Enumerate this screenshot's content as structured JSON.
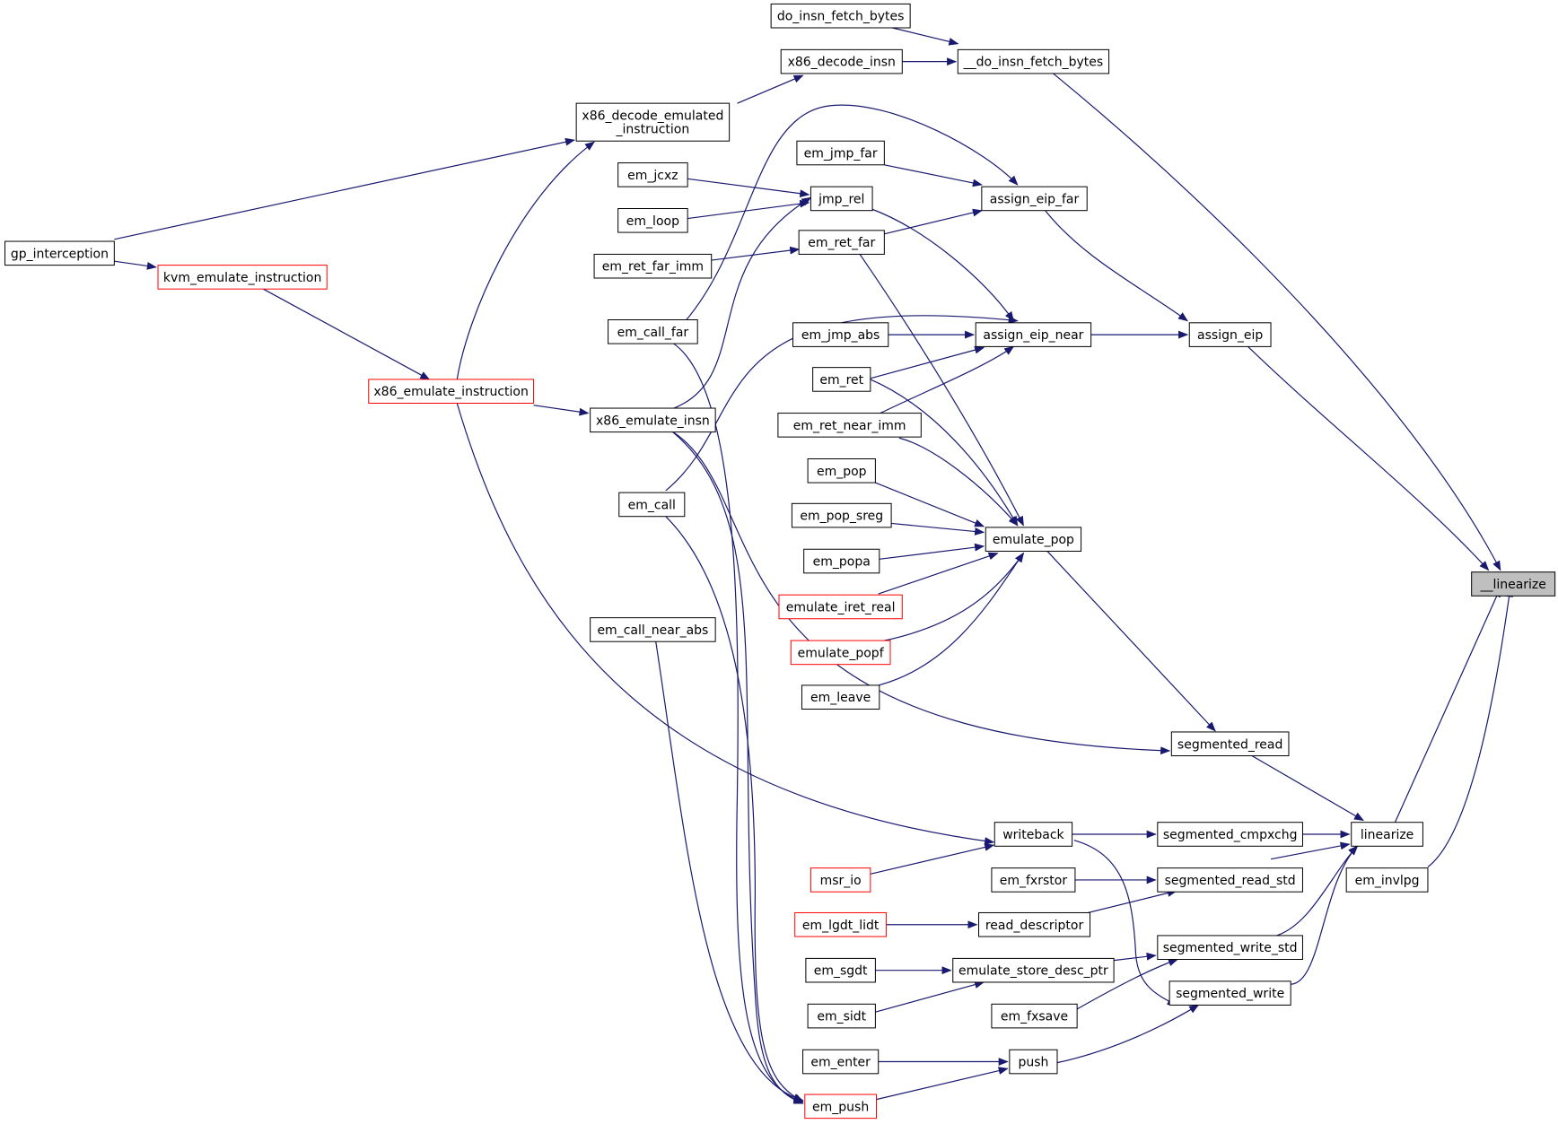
{
  "colors": {
    "edge": "#191970",
    "box_normal": "#000000",
    "box_truncated": "#ff0000",
    "box_focus_fill": "#bfbfbf",
    "box_fill": "#ffffff"
  },
  "nodes": [
    {
      "id": "linearize_",
      "lines": [
        "__linearize"
      ],
      "style": "focus"
    },
    {
      "id": "do_insn_fetch_bytes",
      "lines": [
        "do_insn_fetch_bytes"
      ],
      "style": "normal"
    },
    {
      "id": "__do_insn_fetch_bytes",
      "lines": [
        "__do_insn_fetch_bytes"
      ],
      "style": "normal"
    },
    {
      "id": "x86_decode_insn",
      "lines": [
        "x86_decode_insn"
      ],
      "style": "normal"
    },
    {
      "id": "x86_decode_emulated_instruction",
      "lines": [
        "x86_decode_emulated",
        "_instruction"
      ],
      "style": "normal"
    },
    {
      "id": "gp_interception",
      "lines": [
        "gp_interception"
      ],
      "style": "normal"
    },
    {
      "id": "kvm_emulate_instruction",
      "lines": [
        "kvm_emulate_instruction"
      ],
      "style": "truncated"
    },
    {
      "id": "x86_emulate_instruction",
      "lines": [
        "x86_emulate_instruction"
      ],
      "style": "truncated"
    },
    {
      "id": "x86_emulate_insn",
      "lines": [
        "x86_emulate_insn"
      ],
      "style": "normal"
    },
    {
      "id": "em_jmp_far",
      "lines": [
        "em_jmp_far"
      ],
      "style": "normal"
    },
    {
      "id": "em_jcxz",
      "lines": [
        "em_jcxz"
      ],
      "style": "normal"
    },
    {
      "id": "jmp_rel",
      "lines": [
        "jmp_rel"
      ],
      "style": "normal"
    },
    {
      "id": "em_loop",
      "lines": [
        "em_loop"
      ],
      "style": "normal"
    },
    {
      "id": "em_ret_far",
      "lines": [
        "em_ret_far"
      ],
      "style": "normal"
    },
    {
      "id": "em_ret_far_imm",
      "lines": [
        "em_ret_far_imm"
      ],
      "style": "normal"
    },
    {
      "id": "assign_eip_far",
      "lines": [
        "assign_eip_far"
      ],
      "style": "normal"
    },
    {
      "id": "em_call_far",
      "lines": [
        "em_call_far"
      ],
      "style": "normal"
    },
    {
      "id": "em_jmp_abs",
      "lines": [
        "em_jmp_abs"
      ],
      "style": "normal"
    },
    {
      "id": "assign_eip_near",
      "lines": [
        "assign_eip_near"
      ],
      "style": "normal"
    },
    {
      "id": "assign_eip",
      "lines": [
        "assign_eip"
      ],
      "style": "normal"
    },
    {
      "id": "em_ret",
      "lines": [
        "em_ret"
      ],
      "style": "normal"
    },
    {
      "id": "em_ret_near_imm",
      "lines": [
        "em_ret_near_imm"
      ],
      "style": "normal"
    },
    {
      "id": "em_pop",
      "lines": [
        "em_pop"
      ],
      "style": "normal"
    },
    {
      "id": "em_call",
      "lines": [
        "em_call"
      ],
      "style": "normal"
    },
    {
      "id": "em_pop_sreg",
      "lines": [
        "em_pop_sreg"
      ],
      "style": "normal"
    },
    {
      "id": "emulate_pop",
      "lines": [
        "emulate_pop"
      ],
      "style": "normal"
    },
    {
      "id": "em_popa",
      "lines": [
        "em_popa"
      ],
      "style": "normal"
    },
    {
      "id": "emulate_iret_real",
      "lines": [
        "emulate_iret_real"
      ],
      "style": "truncated"
    },
    {
      "id": "em_call_near_abs",
      "lines": [
        "em_call_near_abs"
      ],
      "style": "normal"
    },
    {
      "id": "emulate_popf",
      "lines": [
        "emulate_popf"
      ],
      "style": "truncated"
    },
    {
      "id": "em_leave",
      "lines": [
        "em_leave"
      ],
      "style": "normal"
    },
    {
      "id": "segmented_read",
      "lines": [
        "segmented_read"
      ],
      "style": "normal"
    },
    {
      "id": "writeback",
      "lines": [
        "writeback"
      ],
      "style": "normal"
    },
    {
      "id": "segmented_cmpxchg",
      "lines": [
        "segmented_cmpxchg"
      ],
      "style": "normal"
    },
    {
      "id": "linearize",
      "lines": [
        "linearize"
      ],
      "style": "normal"
    },
    {
      "id": "msr_io",
      "lines": [
        "msr_io"
      ],
      "style": "truncated"
    },
    {
      "id": "em_fxrstor",
      "lines": [
        "em_fxrstor"
      ],
      "style": "normal"
    },
    {
      "id": "segmented_read_std",
      "lines": [
        "segmented_read_std"
      ],
      "style": "normal"
    },
    {
      "id": "em_invlpg",
      "lines": [
        "em_invlpg"
      ],
      "style": "normal"
    },
    {
      "id": "em_lgdt_lidt",
      "lines": [
        "em_lgdt_lidt"
      ],
      "style": "truncated"
    },
    {
      "id": "read_descriptor",
      "lines": [
        "read_descriptor"
      ],
      "style": "normal"
    },
    {
      "id": "segmented_write_std",
      "lines": [
        "segmented_write_std"
      ],
      "style": "normal"
    },
    {
      "id": "em_sgdt",
      "lines": [
        "em_sgdt"
      ],
      "style": "normal"
    },
    {
      "id": "emulate_store_desc_ptr",
      "lines": [
        "emulate_store_desc_ptr"
      ],
      "style": "normal"
    },
    {
      "id": "segmented_write",
      "lines": [
        "segmented_write"
      ],
      "style": "normal"
    },
    {
      "id": "em_sidt",
      "lines": [
        "em_sidt"
      ],
      "style": "normal"
    },
    {
      "id": "em_fxsave",
      "lines": [
        "em_fxsave"
      ],
      "style": "normal"
    },
    {
      "id": "em_enter",
      "lines": [
        "em_enter"
      ],
      "style": "normal"
    },
    {
      "id": "push",
      "lines": [
        "push"
      ],
      "style": "normal"
    },
    {
      "id": "em_push",
      "lines": [
        "em_push"
      ],
      "style": "truncated"
    }
  ]
}
